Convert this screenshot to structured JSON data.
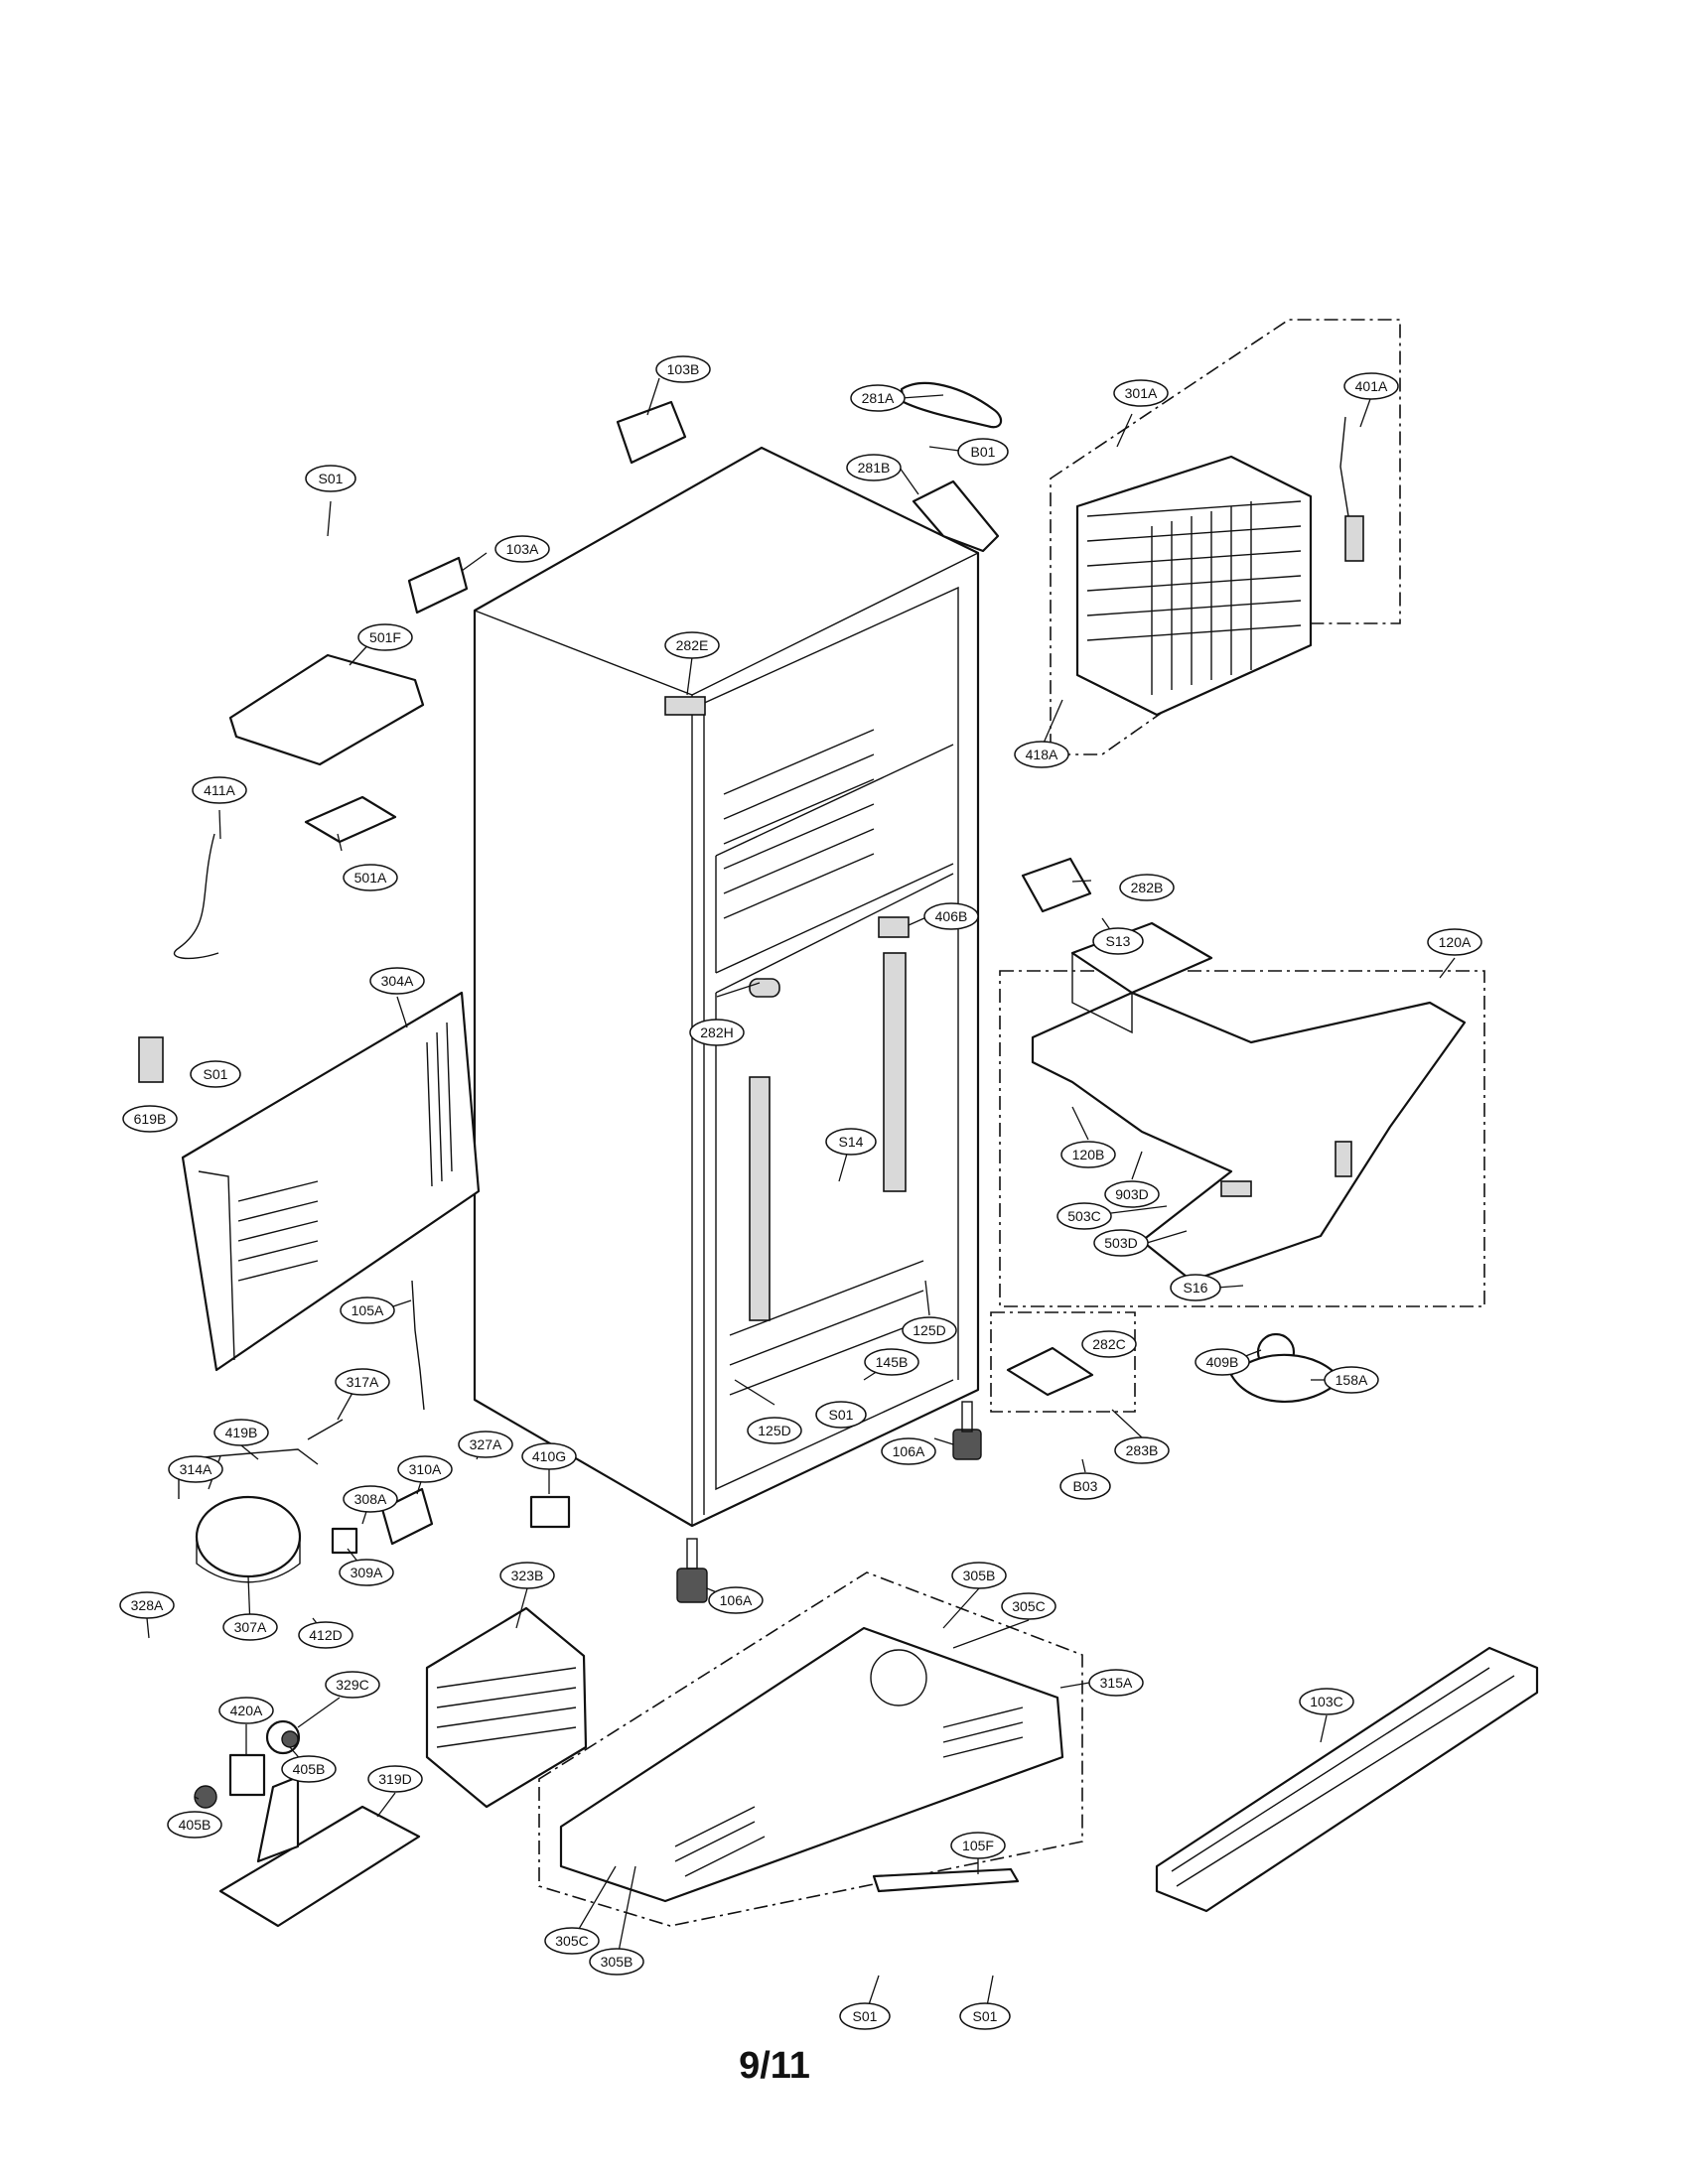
{
  "page_number": "9/11",
  "callouts": [
    {
      "id": "103B",
      "label": "103B"
    },
    {
      "id": "281A",
      "label": "281A"
    },
    {
      "id": "B01",
      "label": "B01"
    },
    {
      "id": "301A",
      "label": "301A"
    },
    {
      "id": "401A",
      "label": "401A"
    },
    {
      "id": "S01-top",
      "label": "S01"
    },
    {
      "id": "281B",
      "label": "281B"
    },
    {
      "id": "103A",
      "label": "103A"
    },
    {
      "id": "501F",
      "label": "501F"
    },
    {
      "id": "282E",
      "label": "282E"
    },
    {
      "id": "418A",
      "label": "418A"
    },
    {
      "id": "411A",
      "label": "411A"
    },
    {
      "id": "501A",
      "label": "501A"
    },
    {
      "id": "282B",
      "label": "282B"
    },
    {
      "id": "406B",
      "label": "406B"
    },
    {
      "id": "S13",
      "label": "S13"
    },
    {
      "id": "120A",
      "label": "120A"
    },
    {
      "id": "304A",
      "label": "304A"
    },
    {
      "id": "282H",
      "label": "282H"
    },
    {
      "id": "S01-left",
      "label": "S01"
    },
    {
      "id": "619B",
      "label": "619B"
    },
    {
      "id": "S14",
      "label": "S14"
    },
    {
      "id": "120B",
      "label": "120B"
    },
    {
      "id": "903D",
      "label": "903D"
    },
    {
      "id": "503C",
      "label": "503C"
    },
    {
      "id": "503D",
      "label": "503D"
    },
    {
      "id": "S16",
      "label": "S16"
    },
    {
      "id": "105A",
      "label": "105A"
    },
    {
      "id": "125D-right",
      "label": "125D"
    },
    {
      "id": "282C",
      "label": "282C"
    },
    {
      "id": "409B",
      "label": "409B"
    },
    {
      "id": "158A",
      "label": "158A"
    },
    {
      "id": "145B",
      "label": "145B"
    },
    {
      "id": "317A",
      "label": "317A"
    },
    {
      "id": "125D-left",
      "label": "125D"
    },
    {
      "id": "S01-mid",
      "label": "S01"
    },
    {
      "id": "283B",
      "label": "283B"
    },
    {
      "id": "419B",
      "label": "419B"
    },
    {
      "id": "327A",
      "label": "327A"
    },
    {
      "id": "106A-right",
      "label": "106A"
    },
    {
      "id": "B03",
      "label": "B03"
    },
    {
      "id": "314A",
      "label": "314A"
    },
    {
      "id": "410G",
      "label": "410G"
    },
    {
      "id": "310A",
      "label": "310A"
    },
    {
      "id": "308A",
      "label": "308A"
    },
    {
      "id": "309A",
      "label": "309A"
    },
    {
      "id": "323B",
      "label": "323B"
    },
    {
      "id": "106A-bottom",
      "label": "106A"
    },
    {
      "id": "305B-top",
      "label": "305B"
    },
    {
      "id": "305C-top",
      "label": "305C"
    },
    {
      "id": "328A",
      "label": "328A"
    },
    {
      "id": "307A",
      "label": "307A"
    },
    {
      "id": "412D",
      "label": "412D"
    },
    {
      "id": "315A",
      "label": "315A"
    },
    {
      "id": "329C",
      "label": "329C"
    },
    {
      "id": "420A",
      "label": "420A"
    },
    {
      "id": "103C",
      "label": "103C"
    },
    {
      "id": "405B-right",
      "label": "405B"
    },
    {
      "id": "319D",
      "label": "319D"
    },
    {
      "id": "405B-left",
      "label": "405B"
    },
    {
      "id": "105F",
      "label": "105F"
    },
    {
      "id": "305C-bottom",
      "label": "305C"
    },
    {
      "id": "305B-bottom",
      "label": "305B"
    },
    {
      "id": "S01-bl",
      "label": "S01"
    },
    {
      "id": "S01-br",
      "label": "S01"
    }
  ]
}
